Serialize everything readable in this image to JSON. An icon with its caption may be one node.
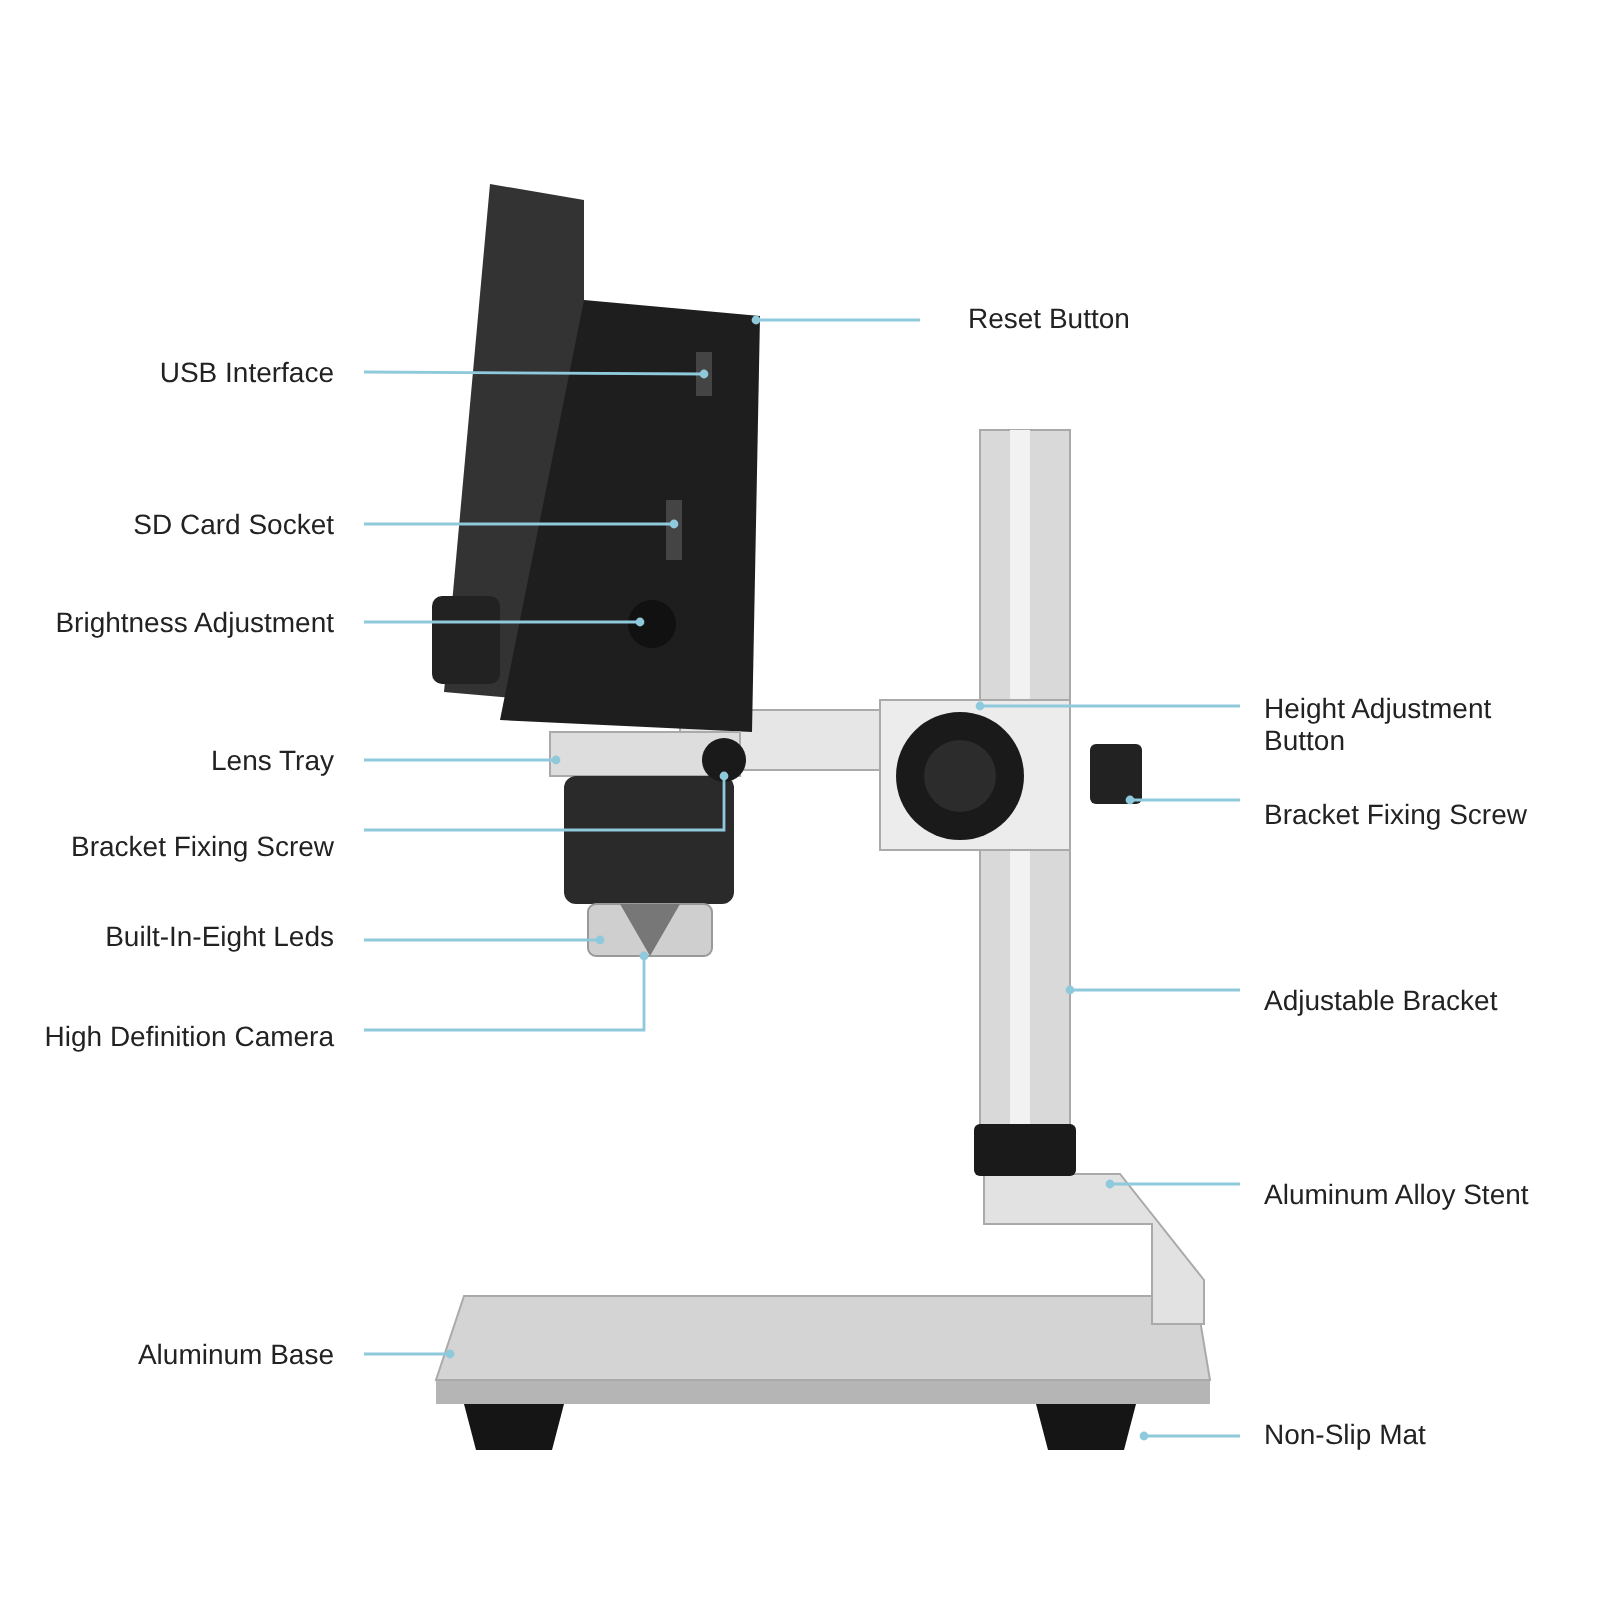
{
  "diagram": {
    "nodes": [
      {
        "text": [
          "USB Interface"
        ]
      },
      {
        "text": [
          "SD Card Socket"
        ]
      },
      {
        "text": [
          "Brightness Adjustment"
        ]
      },
      {
        "text": [
          "Lens Tray"
        ]
      },
      {
        "text": [
          "Bracket Fixing Screw"
        ]
      },
      {
        "text": [
          "Built-In-Eight Leds"
        ]
      },
      {
        "text": [
          "High Definition Camera"
        ]
      },
      {
        "text": [
          "Aluminum Base"
        ]
      },
      {
        "text": [
          "Reset Button"
        ]
      },
      {
        "text": [
          "Height Adjustment Button"
        ]
      },
      {
        "text": [
          "Bracket Fixing Screw"
        ]
      },
      {
        "text": [
          "Adjustable Bracket"
        ]
      },
      {
        "text": [
          "Aluminum Alloy Stent"
        ]
      },
      {
        "text": [
          "Non-Slip Mat"
        ]
      }
    ],
    "edges": [
      {
        "from": 0,
        "to": null,
        "arrow": "other"
      },
      {
        "from": 1,
        "to": null,
        "arrow": "other"
      },
      {
        "from": 2,
        "to": null,
        "arrow": "other"
      },
      {
        "from": 3,
        "to": null,
        "arrow": "other"
      },
      {
        "from": 4,
        "to": null,
        "arrow": "other"
      },
      {
        "from": 5,
        "to": null,
        "arrow": "other"
      },
      {
        "from": 6,
        "to": null,
        "arrow": "other"
      },
      {
        "from": 7,
        "to": null,
        "arrow": "other"
      },
      {
        "from": 8,
        "to": null,
        "arrow": "other"
      },
      {
        "from": 9,
        "to": null,
        "arrow": "other"
      },
      {
        "from": 10,
        "to": null,
        "arrow": "other"
      },
      {
        "from": 11,
        "to": null,
        "arrow": "other"
      },
      {
        "from": 12,
        "to": null,
        "arrow": "other"
      },
      {
        "from": 13,
        "to": null,
        "arrow": "other"
      }
    ]
  }
}
